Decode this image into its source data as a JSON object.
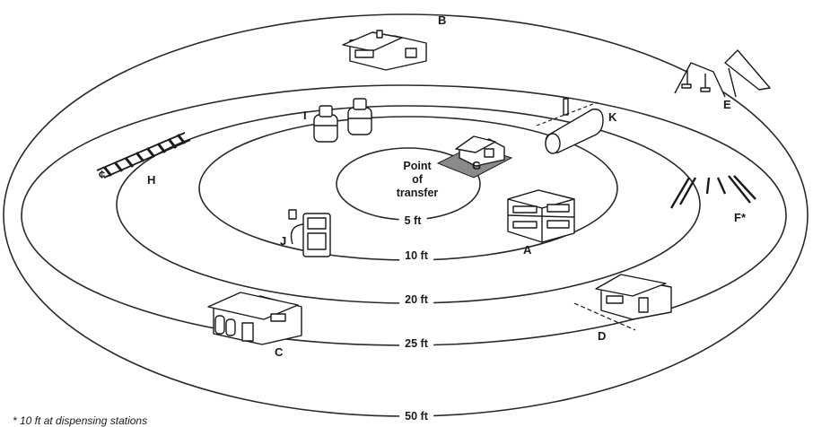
{
  "center_label": [
    "Point",
    "of",
    "transfer"
  ],
  "rings": [
    {
      "label": "5 ft"
    },
    {
      "label": "10 ft"
    },
    {
      "label": "20 ft"
    },
    {
      "label": "25 ft"
    },
    {
      "label": "50 ft"
    }
  ],
  "items": [
    {
      "letter": "A",
      "icon": "two-story-building-icon"
    },
    {
      "letter": "B",
      "icon": "house-icon"
    },
    {
      "letter": "C",
      "icon": "building-with-tanks-icon"
    },
    {
      "letter": "D",
      "icon": "house-icon"
    },
    {
      "letter": "E",
      "icon": "playground-icon"
    },
    {
      "letter": "F*",
      "icon": "lines-icon"
    },
    {
      "letter": "G",
      "icon": "building-on-pad-icon"
    },
    {
      "letter": "H",
      "icon": "railroad-track-icon"
    },
    {
      "letter": "I",
      "icon": "propane-cylinders-icon"
    },
    {
      "letter": "J",
      "icon": "fuel-pump-icon"
    },
    {
      "letter": "K",
      "icon": "storage-tank-icon"
    }
  ],
  "rail_symbol": "¢",
  "footnote": "* 10 ft at dispensing stations"
}
